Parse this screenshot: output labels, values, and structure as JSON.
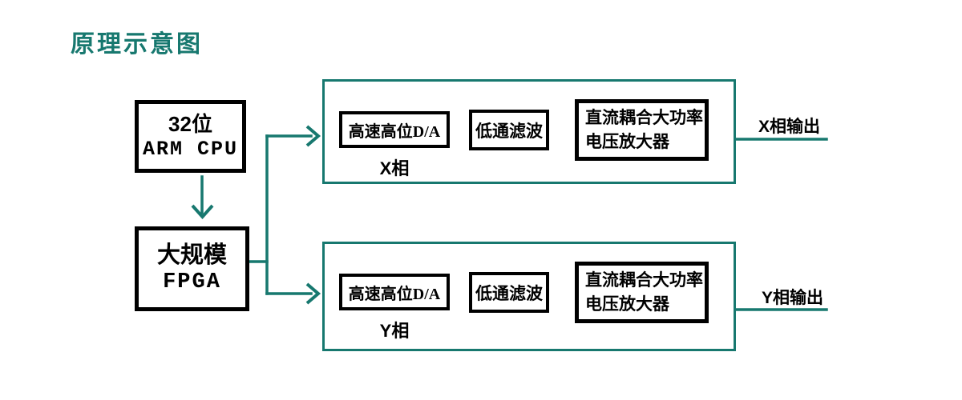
{
  "title": "原理示意图",
  "colors": {
    "accent_teal": "#17786F",
    "block_border": "#000000"
  },
  "cpu": {
    "line1": "32位",
    "line2": "ARM CPU"
  },
  "fpga": {
    "line1": "大规模",
    "line2": "FPGA"
  },
  "channels": [
    {
      "dac": "高速高位D/A",
      "filter": "低通滤波",
      "amp_line1": "直流耦合大功率",
      "amp_line2": "电压放大器",
      "phase_label": "X相",
      "output_label": "X相输出"
    },
    {
      "dac": "高速高位D/A",
      "filter": "低通滤波",
      "amp_line1": "直流耦合大功率",
      "amp_line2": "电压放大器",
      "phase_label": "Y相",
      "output_label": "Y相输出"
    }
  ]
}
